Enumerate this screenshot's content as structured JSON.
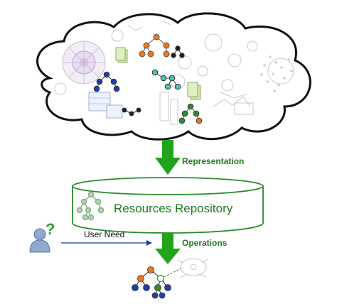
{
  "labels": {
    "representation": "Representation",
    "repository": "Resources Repository",
    "user_need": "User Need",
    "operations": "Operations",
    "question_mark": "?"
  },
  "colors": {
    "accent_green": "#2a8a2a",
    "arrow_green": "#22a31c",
    "label_green": "#1f7a1f",
    "user_arrow_blue": "#1f3f99",
    "node_orange": "#e8791f",
    "node_blue": "#1f3fb0",
    "node_teal": "#4fbfb0",
    "node_green": "#2f8f2f",
    "doc_lightgreen": "#cfe8a6"
  },
  "icons": {
    "cloud": "cloud-outline",
    "down_arrows": "green-down-arrow",
    "repository": "cylinder-repository",
    "user": "user-question-icon",
    "tree": "tree-graph-icon"
  }
}
